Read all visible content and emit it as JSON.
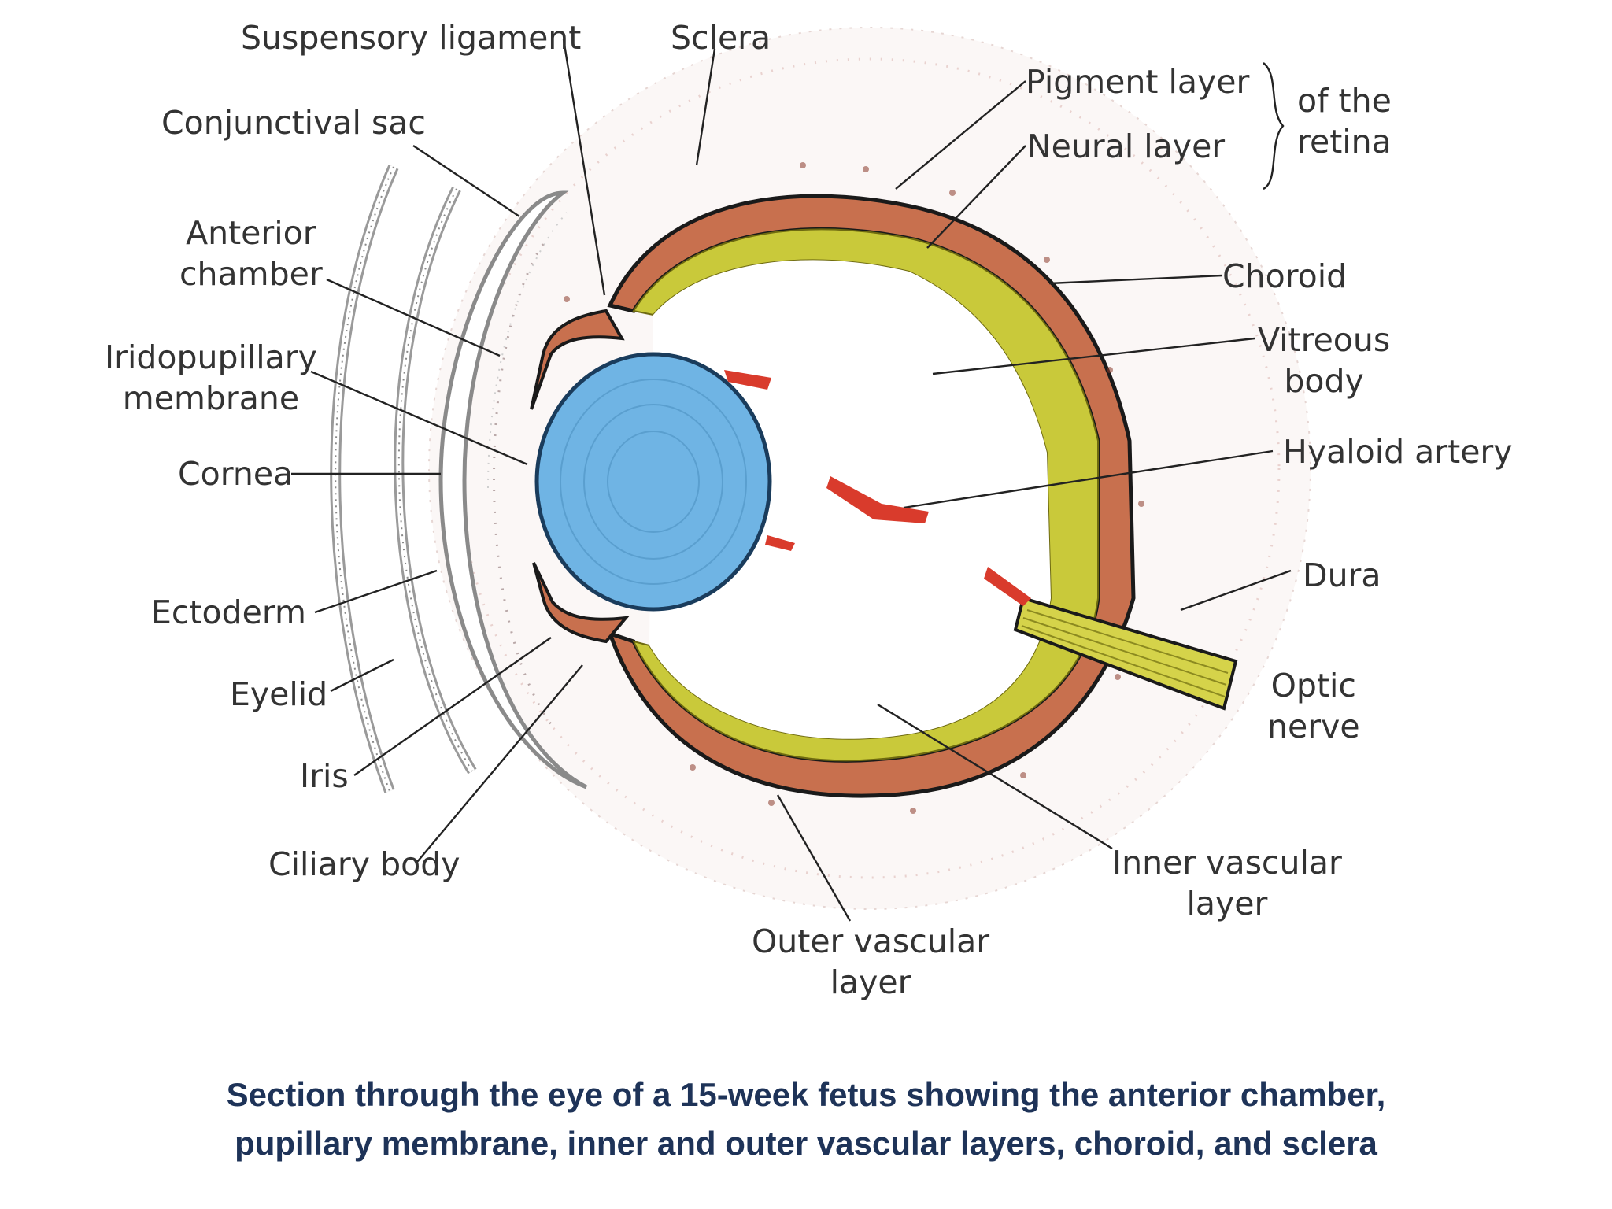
{
  "diagram": {
    "labels": {
      "suspensory_ligament": "Suspensory ligament",
      "sclera": "Sclera",
      "conjunctival_sac": "Conjunctival sac",
      "anterior_chamber": [
        "Anterior",
        "chamber"
      ],
      "iridopupillary_membrane": [
        "Iridopupillary",
        "membrane"
      ],
      "cornea": "Cornea",
      "ectoderm": "Ectoderm",
      "eyelid": "Eyelid",
      "iris": "Iris",
      "ciliary_body": "Ciliary body",
      "pigment_layer": "Pigment layer",
      "neural_layer": "Neural layer",
      "of_the_retina": [
        "of the",
        "retina"
      ],
      "choroid": "Choroid",
      "vitreous_body": [
        "Vitreous",
        "body"
      ],
      "hyaloid_artery": "Hyaloid artery",
      "dura": "Dura",
      "optic_nerve": [
        "Optic",
        "nerve"
      ],
      "inner_vascular_layer": [
        "Inner vascular",
        "layer"
      ],
      "outer_vascular_layer": [
        "Outer vascular",
        "layer"
      ]
    },
    "colors": {
      "lens": "#6fb4e4",
      "sclera_layer": "#c8704e",
      "retina_layer": "#c9c93a",
      "hyaloid": "#d93b2c",
      "caption_text": "#1e3358"
    }
  },
  "caption": {
    "line1": "Section through the eye of a 15-week fetus showing the anterior chamber,",
    "line2": "pupillary membrane, inner and outer vascular layers, choroid, and sclera"
  }
}
